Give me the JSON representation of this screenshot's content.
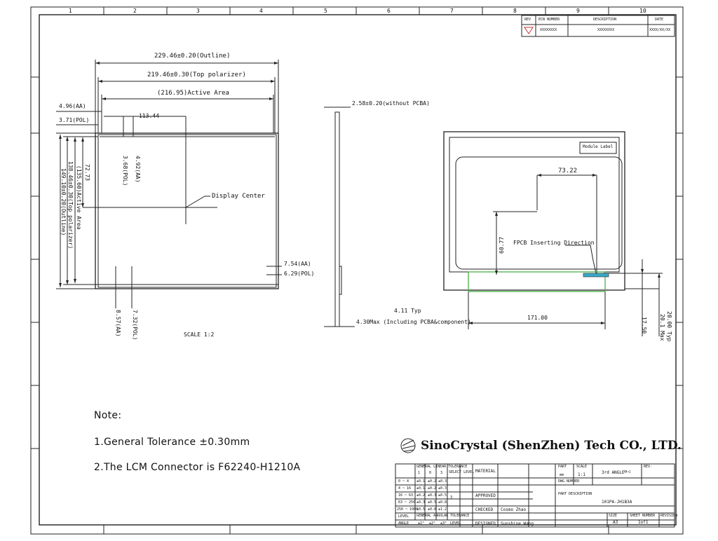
{
  "border": {
    "top_columns": [
      "1",
      "2",
      "3",
      "4",
      "5",
      "6",
      "7",
      "8",
      "9",
      "10"
    ]
  },
  "revision_block": {
    "headers": [
      "REV",
      "ECN NUMBER",
      "DESCRIPTION",
      "DATE"
    ],
    "row": [
      "",
      "XXXXXXXX",
      "XXXXXXXX",
      "XXXX/XX/XX"
    ]
  },
  "front_view": {
    "outline_w": "229.46±0.20(Outline)",
    "polarizer_w": "219.46±0.30(Top polarizer)",
    "active_w": "(216.95)Active Area",
    "aa_left": "4.96(AA)",
    "pol_left": "3.71(POL)",
    "center_x": "113.44",
    "aa_top": "4.92(AA)",
    "pol_top": "3.68(POL)",
    "center_y": "72.73",
    "active_h": "(135.60)Active Area",
    "polarizer_h": "138.46±0.30(Top polarizer)",
    "outline_h": "149.10±0.20(Outline)",
    "display_center": "Display Center",
    "aa_right": "7.54(AA)",
    "pol_right": "6.29(POL)",
    "aa_bottom": "8.57(AA)",
    "pol_bottom": "7.32(POL)",
    "scale": "SCALE  1:2"
  },
  "side_view": {
    "thickness": "2.58±0.20(without PCBA)",
    "typ": "4.11 Typ",
    "max": "4.30Max (Including PCBA&component)"
  },
  "back_view": {
    "module_label": "Module Label",
    "dim_x": "73.22",
    "dim_y": "60.77",
    "fpc_direction": "FPCB Inserting Direction",
    "dim_w": "171.00",
    "dim_h": "17.50",
    "dim_typ": "20.00 Typ",
    "dim_max": "20.1 Max"
  },
  "notes": {
    "title": "Note:",
    "items": [
      "1.General Tolerance ±0.30mm",
      "2.The LCM Connector is F62240-H1210A"
    ]
  },
  "title_block": {
    "company": "SinoCrystal (ShenZhen) Tech CO., LTD.",
    "tolerance_title": "GENERAL LINEAR TOLERANCE",
    "tolerance_cols": [
      "1",
      "0",
      "3",
      "SELECT LEVEL"
    ],
    "tolerance_rows": [
      [
        "0 ~ 4",
        "±0.1",
        "±0.2",
        "±0.3"
      ],
      [
        "4 ~ 16",
        "±0.1",
        "±0.2",
        "±0.3"
      ],
      [
        "16 ~ 63",
        "±0.2",
        "±0.3",
        "±0.5"
      ],
      [
        "63 ~ 250",
        "±0.3",
        "±0.5",
        "±0.8"
      ],
      [
        "250 ~ 1000",
        "±0.5",
        "±0.8",
        "±1.2"
      ]
    ],
    "angular_title": "GENERAL ANGULAR TOLERANCE",
    "angular_level_label": "LEVEL",
    "angular_level_cols": [
      "1",
      "0",
      "3"
    ],
    "angle_label": "ANGLE",
    "angle_values": [
      "±1°",
      "±2°",
      "±3°"
    ],
    "level_label": "LEVEL",
    "material_label": "MATERIAL",
    "approved_label": "APPROVED",
    "checked_label": "CHECKED",
    "checked_by": "Cosmo Zhao",
    "designed_label": "DESIGNED",
    "designed_by": "Sunshine Wang",
    "part_label": "PART",
    "part_value": "mm",
    "scale_label": "SCALE",
    "scale_value": "1:1",
    "angle_proj_label": "3rd ANGLE",
    "angle_proj_symbol": "⊖◁",
    "rev_label": "REV.",
    "rev_value": "",
    "drawing_label": "DWG NUMBER",
    "part_desc_label": "PART DESCRIPTION",
    "part_desc_value": "101PA-JH1B3A",
    "size_label": "SIZE",
    "size_value": "A3",
    "sheet_label": "SHEET NUMBER",
    "sheet_value": "1of1",
    "revision_label": "REVISION"
  },
  "colors": {
    "line": "#222222",
    "connector": "#3aa83a"
  }
}
